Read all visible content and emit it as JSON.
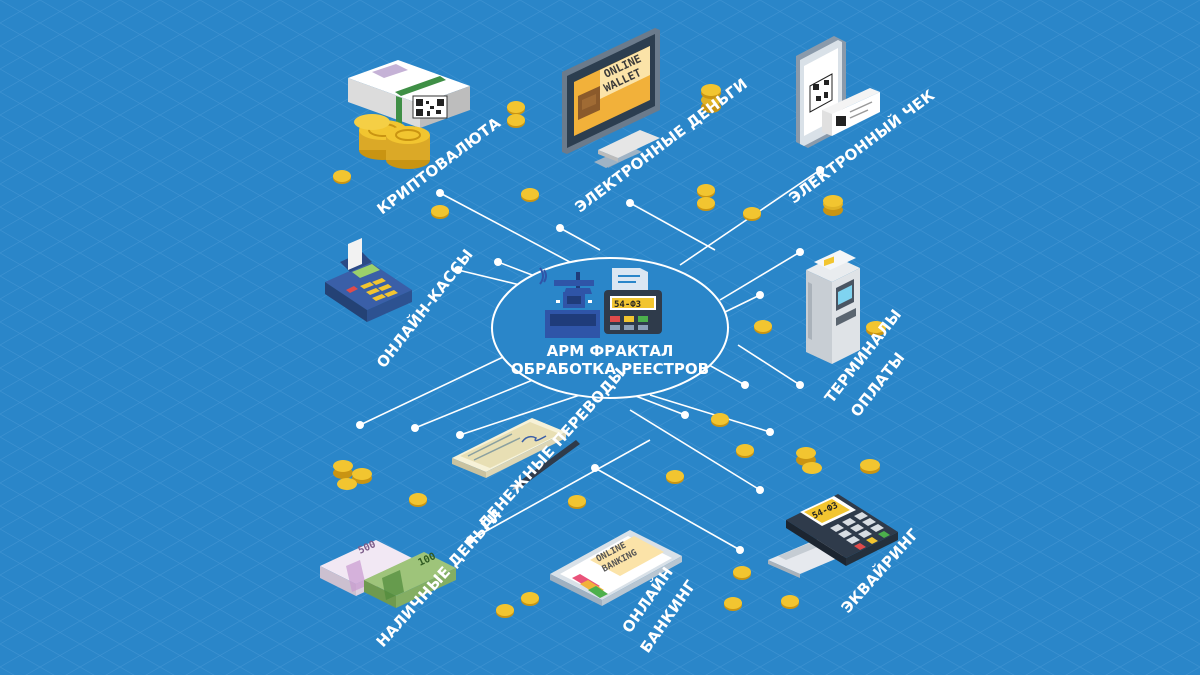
{
  "center": {
    "line1": "АРМ ФРАКТАЛ",
    "line2": "ОБРАБОТКА РЕЕСТРОВ",
    "display": "54-ФЗ"
  },
  "nodes": {
    "crypto": "КРИПТОВАЛЮТА",
    "emoney": "ЭЛЕКТРОННЫЕ ДЕНЬГИ",
    "echeck": "ЭЛЕКТРОННЫЙ ЧЕК",
    "kassy": "ОНЛАЙН-КАССЫ",
    "terminals_1": "ТЕРМИНАЛЫ",
    "terminals_2": "ОПЛАТЫ",
    "transfers": "ДЕНЕЖНЫЕ ПЕРЕВОДЫ",
    "cash": "НАЛИЧНЫЕ ДЕНЬГИ",
    "banking_1": "ОНЛАЙН",
    "banking_2": "БАНКИНГ",
    "acquiring": "ЭКВАЙРИНГ"
  },
  "illustrations": {
    "wallet_line1": "ONLINE",
    "wallet_line2": "WALLET",
    "banking_line1": "ONLINE",
    "banking_line2": "BANKING",
    "terminal_display": "54-ФЗ",
    "banknote_500": "500",
    "banknote_100": "100"
  },
  "colors": {
    "background": "#2a86c9",
    "grid": "#4d9bd6",
    "line": "#ffffff",
    "coin": "#f2c530",
    "coin_dark": "#c99412"
  }
}
